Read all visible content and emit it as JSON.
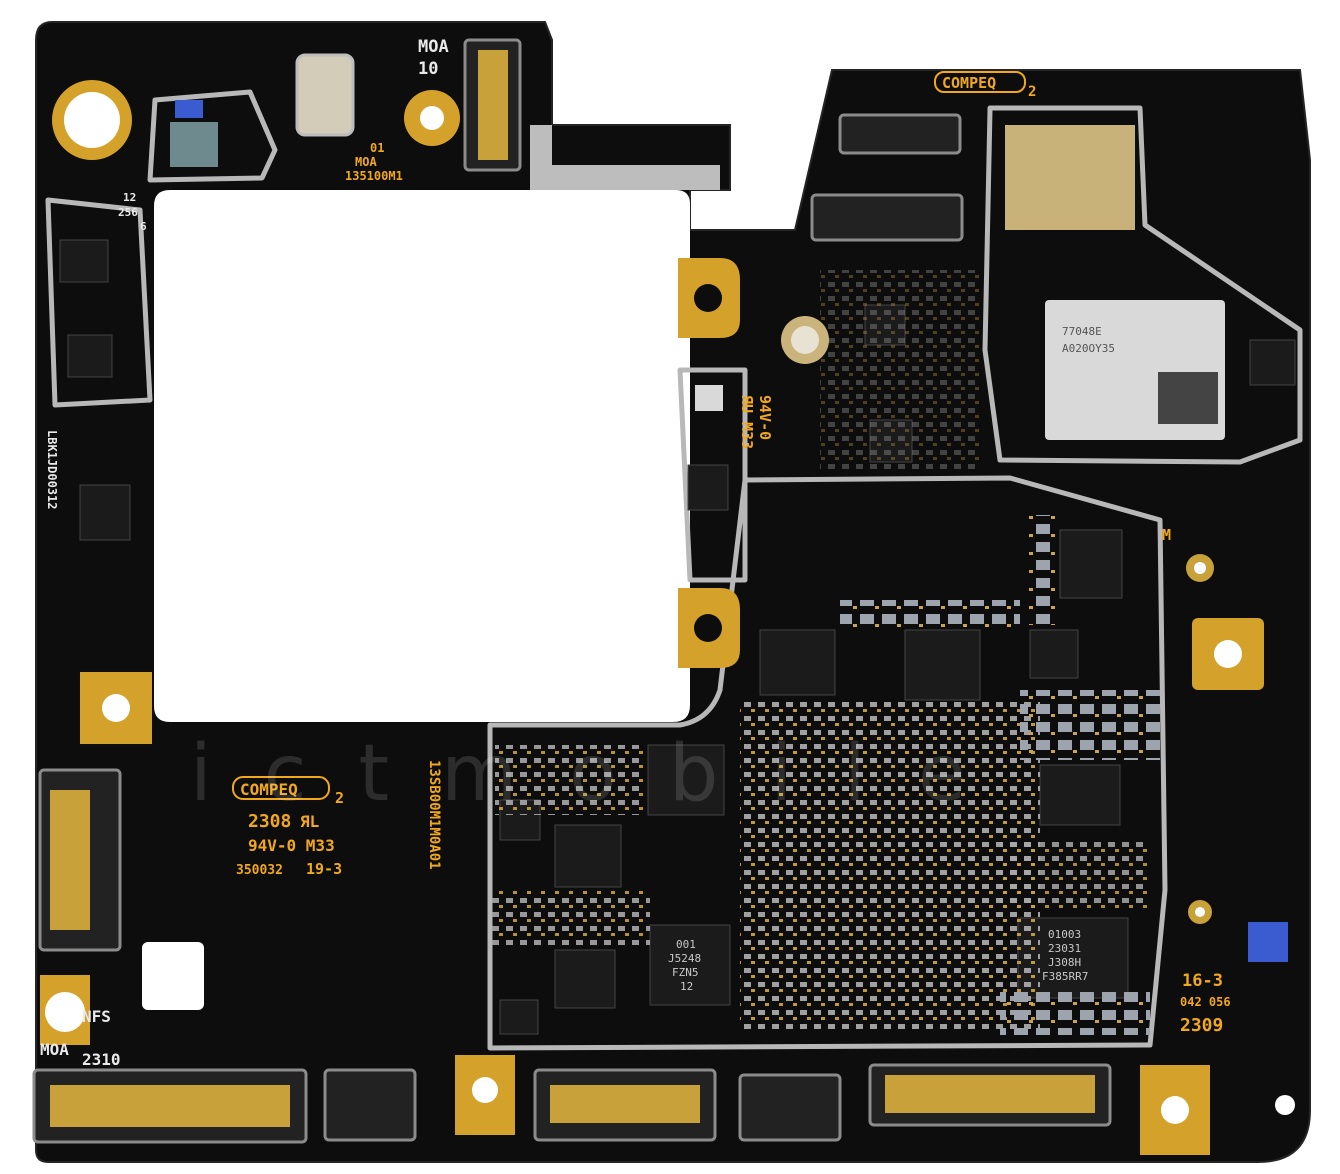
{
  "board": {
    "colors": {
      "substrate": "#0d0d0d",
      "silkscreen": "#f2a81d",
      "gold": "#d4a12a",
      "shield": "#b8b8b8",
      "chip": "#1b1b1b",
      "passive": "#a8a8a8"
    },
    "labels": {
      "moa_10_a": "MOA",
      "moa_10_b": "10",
      "top_01": "01",
      "top_moa": "MOA",
      "top_code": "135100M1",
      "top_12": "12",
      "top_256": "256",
      "top_6": "6",
      "compeq_top": "COMPEQ",
      "compeq_top_sub": "2",
      "rating_94v": "94V-0",
      "rating_ru_m33": "ЯU M33",
      "compeq_mid": "COMPEQ",
      "compeq_mid_sub": "2",
      "date_2308": "2308",
      "ru_mark": "ЯL",
      "rating_94v_m33": "94V-0 M33",
      "lot_350032": "350032",
      "lot_19_3": "19-3",
      "vertical_code": "13SB00M1M0A01",
      "nfs": "NFS",
      "moa_bottom": "MOA",
      "date_2310": "2310",
      "lot_16_3": "16-3",
      "lot_042_056": "042 056",
      "date_2309": "2309",
      "m_mark": "M",
      "left_vertical": "LBK1JD00312"
    },
    "chips": {
      "rf_module_a": "77048E",
      "rf_module_b": "A020OY35",
      "pmic_a": "001",
      "pmic_b": "J5248",
      "pmic_c": "FZN5",
      "pmic_d": "12",
      "mem_a": "01003",
      "mem_b": "23031",
      "mem_c": "J308H",
      "mem_d": "F385RR7"
    },
    "watermark": "ictmobile"
  }
}
